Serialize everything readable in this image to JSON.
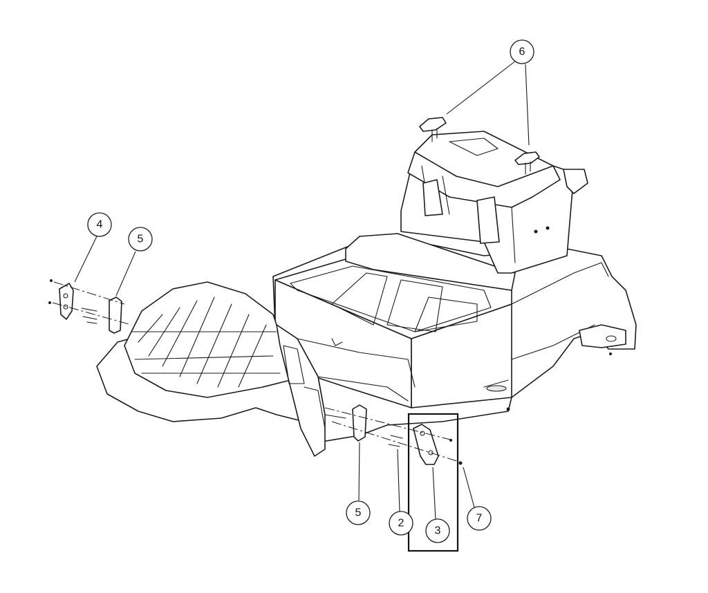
{
  "callouts": [
    {
      "id": "c6",
      "label": "6"
    },
    {
      "id": "c4",
      "label": "4"
    },
    {
      "id": "c5a",
      "label": "5"
    },
    {
      "id": "c5b",
      "label": "5"
    },
    {
      "id": "c2",
      "label": "2"
    },
    {
      "id": "c3",
      "label": "3"
    },
    {
      "id": "c7",
      "label": "7"
    }
  ],
  "colors": {
    "line": "#1a1a1a",
    "background": "#ffffff",
    "shade": "#e8e8e8"
  }
}
